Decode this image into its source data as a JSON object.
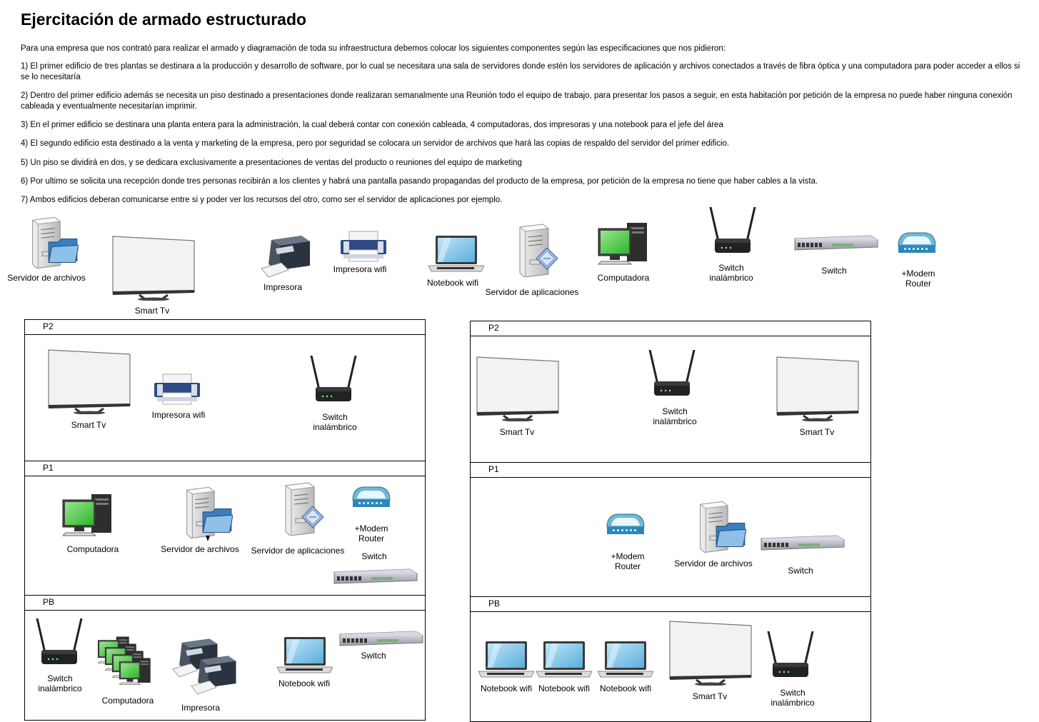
{
  "title": "Ejercitación de armado estructurado",
  "paragraphs": [
    "Para una empresa que  nos contrató para realizar el armado y diagramación de toda su infraestructura debemos colocar los siguientes componentes según las especificaciones que nos pidieron:",
    "1) El primer edificio de tres plantas se destinara a la producción y desarrollo de software, por lo cual se necesitara una sala de servidores donde estén los servidores de aplicación y archivos conectados a través de fibra óptica y una computadora para poder acceder a ellos si se lo necesitaría",
    "2) Dentro del primer edificio además se necesita un piso destinado a presentaciones donde realizaran semanalmente una Reunión todo el equipo de trabajo, para presentar los pasos a seguir, en esta habitación por petición de la empresa no puede haber ninguna conexión cableada y eventualmente necesitarían imprimir.",
    "3) En el primer edificio se destinara una planta entera para la administración, la cual deberá contar con conexión cableada, 4 computadoras, dos impresoras y una notebook para el jefe del área",
    "4) El segundo edificio esta destinado a la venta y marketing de la empresa, pero por seguridad se colocara un servidor de archivos que hará las copias de respaldo del servidor del primer edificio.",
    "5) Un piso se dividirá en dos, y se dedicara exclusivamente a presentaciones de ventas del producto o reuniones del equipo de marketing",
    "6) Por ultimo se solicita una recepción donde tres personas recibirán a los clientes y habrá una pantalla pasando propagandas del producto de la empresa, por petición de la empresa no tiene que haber cables a la vista.",
    "7) Ambos edificios deberan comunicarse entre si y poder ver los recursos del otro, como ser el servidor de aplicaciones por ejemplo."
  ],
  "palette": [
    {
      "icon": "file-server-icon",
      "label": "Servidor de archivos"
    },
    {
      "icon": "smart-tv-icon",
      "label": "Smart Tv"
    },
    {
      "icon": "printer-icon",
      "label": "Impresora"
    },
    {
      "icon": "wifi-printer-icon",
      "label": "Impresora wifi"
    },
    {
      "icon": "notebook-icon",
      "label": "Notebook wifi"
    },
    {
      "icon": "app-server-icon",
      "label": "Servidor de aplicaciones"
    },
    {
      "icon": "computer-icon",
      "label": "Computadora"
    },
    {
      "icon": "wireless-switch-icon",
      "label": "Switch inalámbrico"
    },
    {
      "icon": "switch-icon",
      "label": "Switch"
    },
    {
      "icon": "modem-router-icon",
      "label": "+Modem Router"
    }
  ],
  "building1": {
    "floors": [
      {
        "name": "P2",
        "items": [
          {
            "icon": "smart-tv-icon",
            "label": "Smart Tv"
          },
          {
            "icon": "wifi-printer-icon",
            "label": "Impresora wifi"
          },
          {
            "icon": "wireless-switch-icon",
            "label": "Switch inalámbrico"
          }
        ]
      },
      {
        "name": "P1",
        "items": [
          {
            "icon": "computer-icon",
            "label": "Computadora"
          },
          {
            "icon": "file-server-icon",
            "label": "Servidor de archivos"
          },
          {
            "icon": "app-server-icon",
            "label": "Servidor de aplicaciones"
          },
          {
            "icon": "modem-router-icon",
            "label": "+Modem Router"
          },
          {
            "icon": "switch-icon",
            "label": "Switch"
          }
        ]
      },
      {
        "name": "PB",
        "items": [
          {
            "icon": "wireless-switch-icon",
            "label": "Switch inalámbrico"
          },
          {
            "icon": "computer-icon",
            "label": "Computadora"
          },
          {
            "icon": "printer-icon",
            "label": "Impresora"
          },
          {
            "icon": "notebook-icon",
            "label": "Notebook wifi"
          },
          {
            "icon": "switch-icon",
            "label": "Switch"
          }
        ]
      }
    ]
  },
  "building2": {
    "floors": [
      {
        "name": "P2",
        "items": [
          {
            "icon": "smart-tv-icon",
            "label": "Smart Tv"
          },
          {
            "icon": "wireless-switch-icon",
            "label": "Switch inalámbrico"
          },
          {
            "icon": "smart-tv-icon",
            "label": "Smart Tv"
          }
        ]
      },
      {
        "name": "P1",
        "items": [
          {
            "icon": "modem-router-icon",
            "label": "+Modem Router"
          },
          {
            "icon": "file-server-icon",
            "label": "Servidor de archivos"
          },
          {
            "icon": "switch-icon",
            "label": "Switch"
          }
        ]
      },
      {
        "name": "PB",
        "items": [
          {
            "icon": "notebook-icon",
            "label": "Notebook wifi"
          },
          {
            "icon": "notebook-icon",
            "label": "Notebook wifi"
          },
          {
            "icon": "notebook-icon",
            "label": "Notebook wifi"
          },
          {
            "icon": "smart-tv-icon",
            "label": "Smart Tv"
          },
          {
            "icon": "wireless-switch-icon",
            "label": "Switch inalámbrico"
          }
        ]
      }
    ]
  }
}
